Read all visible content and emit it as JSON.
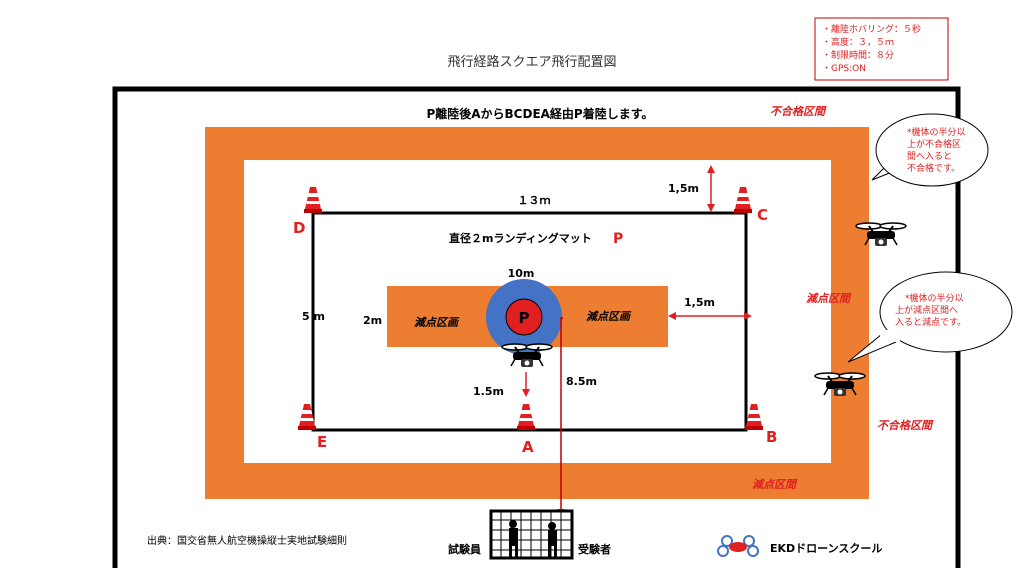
{
  "title": "飛行経路スクエア飛行配置図",
  "conditions": [
    "・離陸ホバリング：５秒",
    "・高度：３，５ｍ",
    "・制限時間：８分",
    "・GPS:ON"
  ],
  "instruction": "P離陸後AからBCDEA経由P着陸します。",
  "zones": {
    "fail_top": "不合格区間",
    "fail_right": "不合格区間",
    "deduct_right": "減点区間",
    "deduct_bottom": "減点区間",
    "deduct_inner_left": "減点区画",
    "deduct_inner_right": "減点区画"
  },
  "points": {
    "A": "A",
    "B": "B",
    "C": "C",
    "D": "D",
    "E": "E",
    "P": "P"
  },
  "measures": {
    "width_13m": "１３ｍ",
    "offset_top": "1,5m",
    "offset_right": "1,5m",
    "height_5m": "5 m",
    "deduct_width": "10m",
    "deduct_height": "2m",
    "a_to_mat": "1.5m",
    "pilot_to_p": "8.5m"
  },
  "mat_label": "直径２mランディングマット",
  "notes": {
    "fail": [
      "*機体の半分以",
      "上が不合格区",
      "間へ入ると",
      "不合格です。"
    ],
    "deduct": [
      "*機体の半分以",
      "上が減点区間へ",
      "入ると減点です。"
    ]
  },
  "footer": {
    "source": "出典：国交省無人航空機操縦士実地試験細則",
    "examiner": "試験員",
    "examinee": "受験者",
    "school": "EKDドローンスクール"
  },
  "colors": {
    "orange": "#ED7D31",
    "red": "#E02020",
    "blue": "#4472C4",
    "black": "#000000"
  }
}
